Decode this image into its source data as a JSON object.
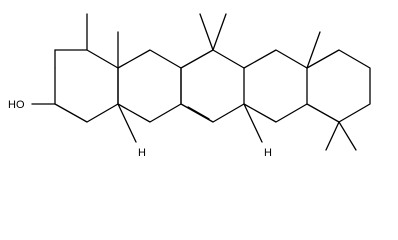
{
  "molecule": {
    "atom_labels": {
      "hydroxyl": "HO",
      "h_upper_left": "H",
      "h_upper_right": "H"
    }
  }
}
